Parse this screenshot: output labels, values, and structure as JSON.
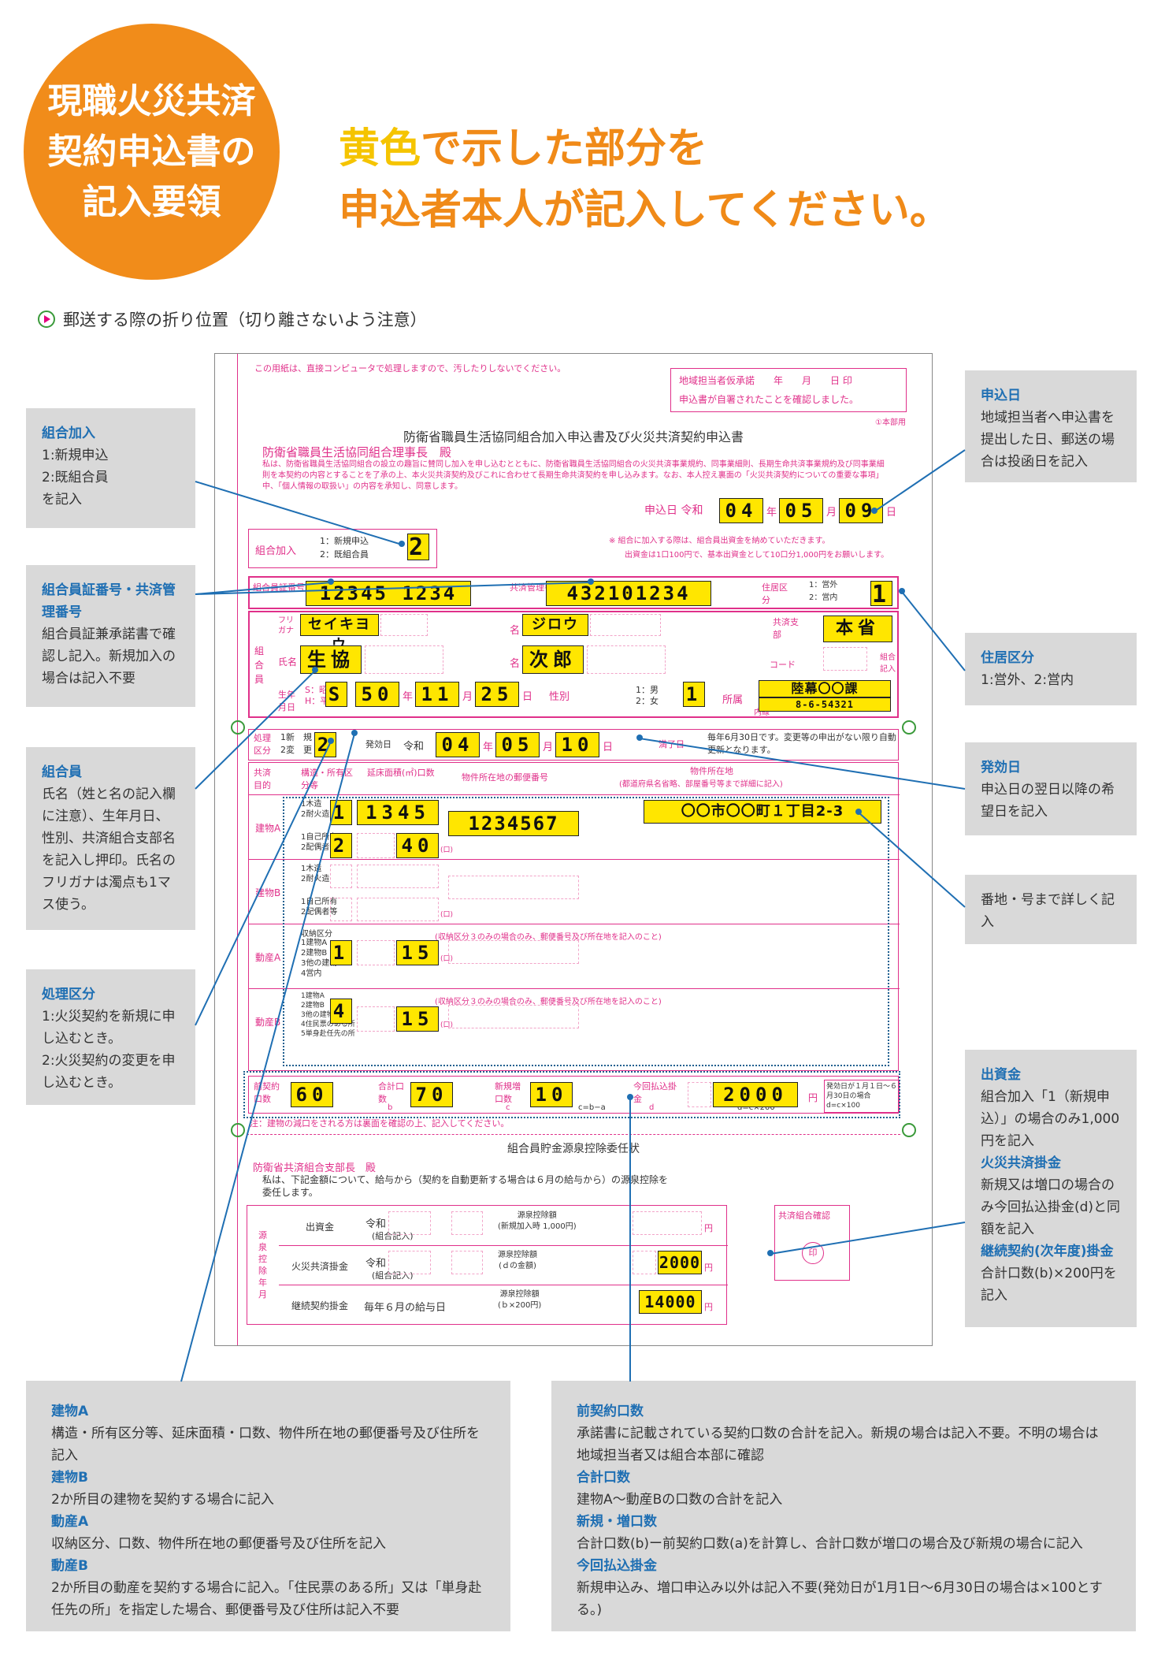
{
  "header": {
    "badge_lines": [
      "現職火災共済",
      "契約申込書の",
      "記入要領"
    ],
    "headline_yellow": "黄色",
    "headline_line1_rest": "で示した部分を",
    "headline_line2": "申込者本人が記入してください。",
    "fold_note": "郵送する際の折り位置（切り離さないよう注意）"
  },
  "callouts": {
    "kumiai": {
      "title": "組合加入",
      "lines": [
        "1:新規申込",
        "2:既組合員",
        "を記入"
      ]
    },
    "shoban": {
      "title": "組合員証番号・共済管理番号",
      "text": "組合員証兼承諾書で確認し記入。新規加入の場合は記入不要"
    },
    "kumiaiin": {
      "title": "組合員",
      "text": "氏名（姓と名の記入欄に注意）、生年月日、性別、共済組合支部名を記入し押印。氏名のフリガナは濁点も1マス使う。"
    },
    "shori": {
      "title": "処理区分",
      "lines": [
        "1:火災契約を新規に申し込むとき。",
        "2:火災契約の変更を申し込むとき。"
      ]
    },
    "moushikomi": {
      "title": "申込日",
      "text": "地域担当者へ申込書を提出した日、郵送の場合は投函日を記入"
    },
    "kyojyu": {
      "title": "住居区分",
      "text": "1:営外、2:営内"
    },
    "hakko": {
      "title": "発効日",
      "text": "申込日の翌日以降の希望日を記入"
    },
    "banchi": {
      "text": "番地・号まで詳しく記入"
    },
    "shusshi": {
      "t1": "出資金",
      "b1": "組合加入「1（新規申込）」の場合のみ1,000円を記入",
      "t2": "火災共済掛金",
      "b2": "新規又は増口の場合のみ今回払込掛金(d)と同額を記入",
      "t3": "継続契約(次年度)掛金",
      "b3": "合計口数(b)×200円を記入"
    },
    "tatemono": {
      "t1": "建物A",
      "b1": "構造・所有区分等、延床面積・口数、物件所在地の郵便番号及び住所を記入",
      "t2": "建物B",
      "b2": "2か所目の建物を契約する場合に記入",
      "t3": "動産A",
      "b3": "収納区分、口数、物件所在地の郵便番号及び住所を記入",
      "t4": "動産B",
      "b4": "2か所目の動産を契約する場合に記入。「住民票のある所」又は「単身赴任先の所」を指定した場合、郵便番号及び住所は記入不要"
    },
    "kuchisu": {
      "t1": "前契約口数",
      "b1": "承諾書に記載されている契約口数の合計を記入。新規の場合は記入不要。不明の場合は地域担当者又は組合本部に確認",
      "t2": "合計口数",
      "b2": "建物A～動産Bの口数の合計を記入",
      "t3": "新規・増口数",
      "b3": "合計口数(b)ー前契約口数(a)を計算し、合計口数が増口の場合及び新規の場合に記入",
      "t4": "今回払込掛金",
      "b4": "新規申込み、増口申込み以外は記入不要(発効日が1月1日～6月30日の場合は×100とする。)"
    }
  },
  "form": {
    "notice": "この用紙は、直接コンピュータで処理しますので、汚したりしないでください。",
    "confirm1": "地域担当者仮承諾　　年　　月　　日 印",
    "confirm2": "申込書が自署されたことを確認しました。",
    "copy": "①本部用",
    "title": "防衛省職員生活協同組合加入申込書及び火災共済契約申込書",
    "addressee": "防衛省職員生活協同組合理事長　殿",
    "preamble": "私は、防衛省職員生活協同組合の設立の趣旨に賛同し加入を申し込むとともに、防衛省職員生活協同組合の火災共済事業規約、同事業細則、長期生命共済事業規約及び同事業細則を本契約の内容とすることを了承の上、本火災共済契約及びこれに合わせて長期生命共済契約を申し込みます。なお、本人控え裏面の「火災共済契約についての重要な事項」中、「個人情報の取扱い」の内容を承知し、同意します。",
    "date_label": "申込日 令和",
    "date_y": "04",
    "date_m": "05",
    "date_d": "09",
    "y": "年",
    "m": "月",
    "d": "日",
    "kumiai_label": "組合加入",
    "kumiai_opts": "1：新規申込\n2：既組合員",
    "kumiai_val": "2",
    "kumiai_note1": "※ 組合に加入する際は、組合員出資金を納めていただきます。",
    "kumiai_note2": "出資金は1口100円で、基本出資金として10口分1,000円をお願いします。",
    "shoban_label": "組合員証番号",
    "shoban_val": "12345 1234",
    "kanri_label": "共済管理番号",
    "kanri_val": "432101234",
    "kyojyu_label": "住居区分",
    "kyojyu_opts": "1：営外\n2：営内",
    "kyojyu_val": "1",
    "furigana": "フリガナ",
    "shimei": "氏名",
    "sei": "姓",
    "mei": "名",
    "sei_kana": "セイキヨウ",
    "mei_kana": "ジロウ",
    "sei_kanji": "生協",
    "mei_kanji": "次郎",
    "kyosai_shibu": "共済支部",
    "shibu_val": "本省",
    "code": "コード",
    "kumiai_kinyu": "組合記入",
    "kumiaiin": "組合員",
    "birth_label": "生年月日",
    "birth_opts": "S：昭和\nH：平成",
    "birth_era": "S",
    "birth_y": "50",
    "birth_m": "11",
    "birth_d": "25",
    "seibetsu": "性別",
    "sex_opts": "1：男\n2：女",
    "sex_val": "1",
    "shozoku": "所属",
    "shozoku_val": "陸幕〇〇課",
    "naisen": "内線",
    "naisen_val": "8-6-54321",
    "shori_label": "処理区分",
    "shori_opts": "1新　規\n2変　更",
    "shori_val": "2",
    "hakko_label": "発効日",
    "reiwa": "令和",
    "hakko_y": "04",
    "hakko_m": "05",
    "hakko_d": "10",
    "manryo": "満了日",
    "manryo_note": "毎年6月30日です。変更等の申出がない限り自動更新となります。",
    "mokuteki": "共済目的",
    "kozo": "構造・所有区分等",
    "menseki": "延床面積(㎡)口数",
    "yubin": "物件所在地の郵便番号",
    "shozaichi": "物件所在地",
    "shozaichi_note": "(都道府県名省略、部屋番号等まで詳細に記入)",
    "tA": "建物A",
    "tB": "建物B",
    "dA": "動産A",
    "dB": "動産B",
    "kozo_opts": "1木造\n2耐火造",
    "shoyu_opts": "1自己所有\n2配偶者等",
    "tA_kozo": "1",
    "tA_menseki": "1345",
    "tA_zip": "1234567",
    "tA_addr": "〇〇市〇〇町１丁目2-3",
    "tA_shoyu": "2",
    "tA_kuchi": "40",
    "kuchi_unit": "(口)",
    "shuno_label": "収納区分",
    "shuno_opts": "1建物A\n2建物B\n3他の建物\n4営内",
    "shuno_opts_b": "1建物A\n2建物B\n3他の建物\n4住民票のある所\n5単身赴任先の所",
    "dA_kubun": "1",
    "dA_kuchi": "15",
    "dB_kubun": "4",
    "dB_kuchi": "15",
    "shuno_note": "(収納区分３のみの場合のみ、郵便番号及び所在地を記入のこと)",
    "mae_label": "前契約口数",
    "mae_sub": "a",
    "mae_val": "60",
    "gokei_label": "合計口数",
    "gokei_sub": "b",
    "gokei_val": "70",
    "shinki_label": "新規増口数",
    "shinki_sub": "c",
    "shinki_formula": "c=b−a",
    "shinki_val": "10",
    "konkai_label": "今回払込掛金",
    "konkai_sub": "d",
    "konkai_formula": "d=c×200",
    "konkai_val": "2000",
    "yen": "円",
    "konkai_note": "発効日が１月１日～６月30日の場合 d=c×100",
    "gen_note": "注：建物の減口をされる方は裏面を確認の上、記入してください。",
    "gen_title": "組合員貯金源泉控除委任状",
    "gen_addr": "防衛省共済組合支部長　殿",
    "gen_text": "私は、下記金額について、給与から（契約を自動更新する場合は６月の給与から）の源泉控除を委任します。",
    "gen_label": "源泉控除年月",
    "row1": "出資金",
    "row2": "火災共済掛金",
    "row3": "継続契約掛金",
    "kumiai_kinyu2": "(組合記入)",
    "row3_month": "毎年６月の給与日",
    "gd1": "源泉控除額\n(新規加入時 1,000円)",
    "gd2": "源泉控除額\n(ｄの金額)",
    "gd3": "源泉控除額\n(ｂ×200円)",
    "g_fire": "2000",
    "g_cont": "14000",
    "confirm_box": "共済組合確認",
    "seal": "印"
  }
}
